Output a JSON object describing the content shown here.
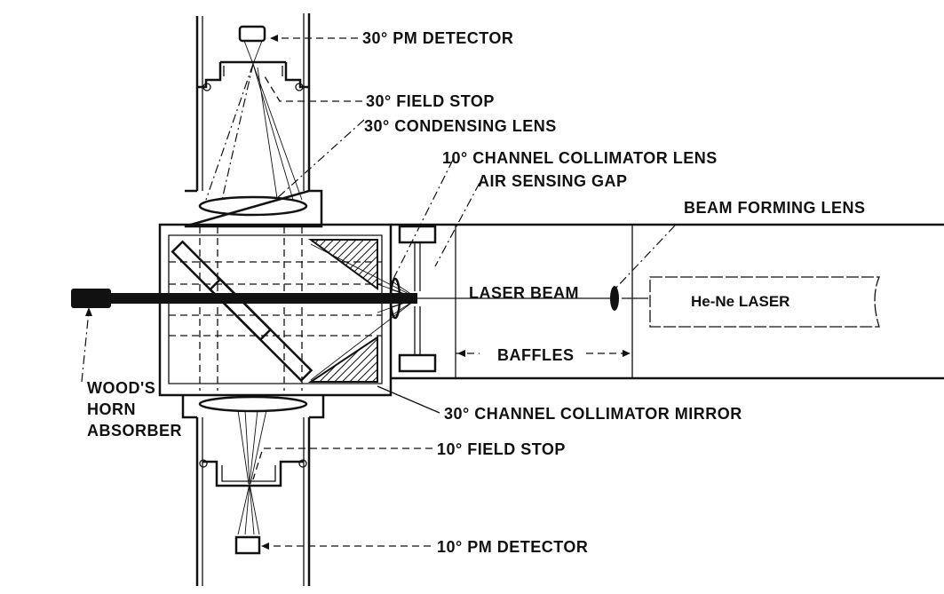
{
  "diagram": {
    "type": "optical-schematic",
    "labels": {
      "pm_detector_30": "30° PM DETECTOR",
      "field_stop_30": "30° FIELD STOP",
      "condensing_lens_30": "30° CONDENSING LENS",
      "collimator_lens_10": "10° CHANNEL COLLIMATOR LENS",
      "air_sensing_gap": "AIR SENSING GAP",
      "beam_forming_lens": "BEAM FORMING LENS",
      "laser_beam": "LASER BEAM",
      "he_ne_laser": "He-Ne LASER",
      "baffles": "BAFFLES",
      "woods_horn_line1": "WOOD'S",
      "woods_horn_line2": "HORN",
      "woods_horn_line3": "ABSORBER",
      "collimator_mirror_30": "30° CHANNEL COLLIMATOR MIRROR",
      "field_stop_10": "10° FIELD STOP",
      "pm_detector_10": "10° PM DETECTOR"
    },
    "colors": {
      "ink": "#111111",
      "paper": "#ffffff"
    }
  }
}
